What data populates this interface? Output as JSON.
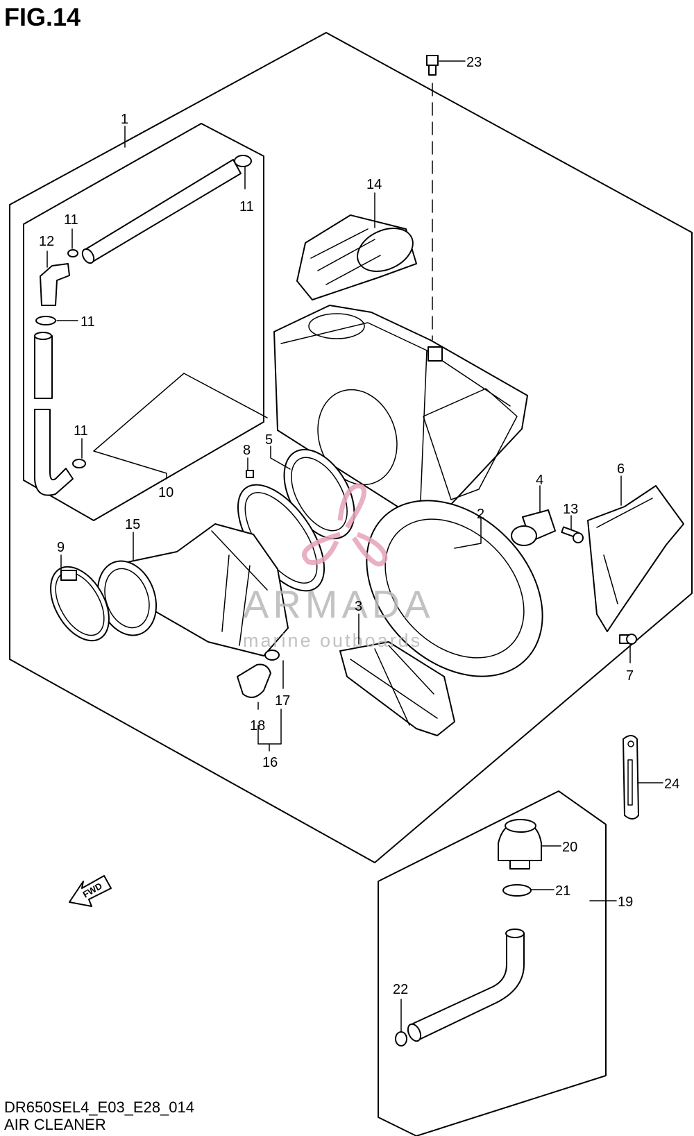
{
  "figure": {
    "title": "FIG.14"
  },
  "footer": {
    "code": "DR650SEL4_E03_E28_014",
    "name": "AIR CLEANER"
  },
  "watermark": {
    "brand": "ARMADA",
    "tagline": "marine outboards",
    "color": "#e6a3b9"
  },
  "direction_badge": {
    "label": "FWD"
  },
  "parts": [
    {
      "no": "1"
    },
    {
      "no": "2"
    },
    {
      "no": "3"
    },
    {
      "no": "4"
    },
    {
      "no": "5"
    },
    {
      "no": "6"
    },
    {
      "no": "7"
    },
    {
      "no": "8"
    },
    {
      "no": "9"
    },
    {
      "no": "10"
    },
    {
      "no": "11"
    },
    {
      "no": "11"
    },
    {
      "no": "11"
    },
    {
      "no": "11"
    },
    {
      "no": "12"
    },
    {
      "no": "13"
    },
    {
      "no": "14"
    },
    {
      "no": "15"
    },
    {
      "no": "16"
    },
    {
      "no": "17"
    },
    {
      "no": "18"
    },
    {
      "no": "19"
    },
    {
      "no": "20"
    },
    {
      "no": "21"
    },
    {
      "no": "22"
    },
    {
      "no": "23"
    },
    {
      "no": "24"
    }
  ]
}
